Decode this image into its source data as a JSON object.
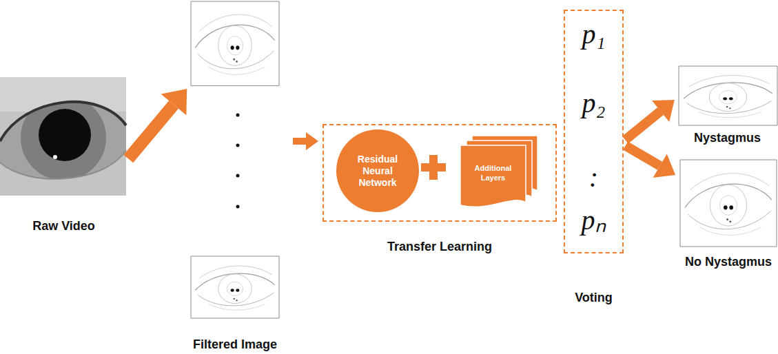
{
  "diagram": {
    "nodes": [
      {
        "text": [
          "Raw Video"
        ]
      },
      {
        "text": [
          "Filtered Image"
        ]
      },
      {
        "text": [
          "Transfer Learning"
        ]
      },
      {
        "text": [
          "Residual Neural Network"
        ],
        "in": 2
      },
      {
        "text": [
          "Additional Layers"
        ],
        "in": 2
      },
      {
        "text": [
          "p₁",
          "p₂",
          ":",
          "pₙ",
          "Voting"
        ]
      },
      {
        "text": [
          "Nystagmus"
        ]
      },
      {
        "text": [
          "No Nystagmus"
        ]
      }
    ],
    "edges": [
      {
        "from": 0,
        "to": 1,
        "arrow": "to"
      },
      {
        "from": 1,
        "to": 2,
        "arrow": "to"
      },
      {
        "from": 5,
        "to": 6,
        "arrow": "to"
      },
      {
        "from": 5,
        "to": 7,
        "arrow": "to"
      }
    ]
  }
}
